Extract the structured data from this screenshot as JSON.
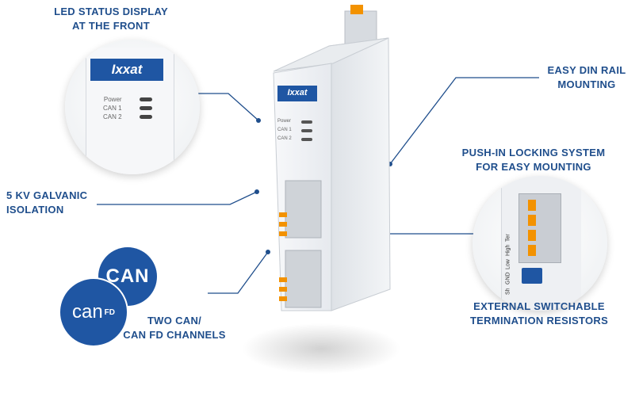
{
  "callouts": {
    "led": [
      "LED STATUS DISPLAY",
      "AT THE FRONT"
    ],
    "din": [
      "EASY DIN RAIL",
      "MOUNTING"
    ],
    "pushin": [
      "PUSH-IN LOCKING SYSTEM",
      "FOR EASY MOUNTING"
    ],
    "galvanic": [
      "5 KV GALVANIC",
      "ISOLATION"
    ],
    "termination": [
      "EXTERNAL SWITCHABLE",
      "TERMINATION RESISTORS"
    ],
    "channels": [
      "TWO CAN/",
      "CAN FD CHANNELS"
    ]
  },
  "device": {
    "brand": "Ixxat",
    "leds": [
      "Power",
      "CAN 1",
      "CAN 2"
    ],
    "terminal_labels": [
      "Sh",
      "GND",
      "Low",
      "High",
      "Ter"
    ]
  },
  "logos": {
    "can": "CAN",
    "canfd_main": "can",
    "canfd_sup": "FD"
  },
  "colors": {
    "accent": "#1f56a3",
    "text": "#1f4e8c",
    "terminal": "#f39200"
  }
}
